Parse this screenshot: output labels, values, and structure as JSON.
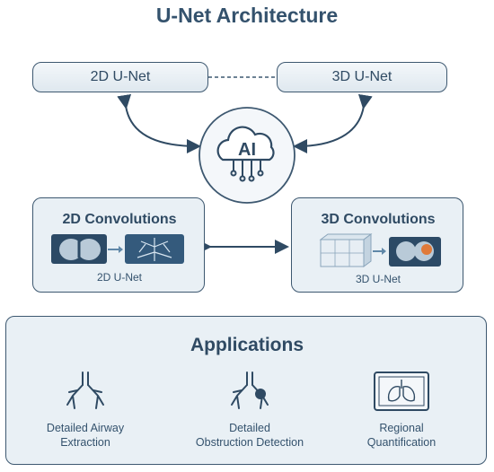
{
  "title": "U-Net Architecture",
  "top_left_pill": "2D U-Net",
  "top_right_pill": "3D U-Net",
  "center_icon_text": "AI",
  "left_panel": {
    "title": "2D Convolutions",
    "caption": "2D U-Net"
  },
  "right_panel": {
    "title": "3D Convolutions",
    "caption": "3D U-Net"
  },
  "applications": {
    "title": "Applications",
    "items": [
      {
        "line1": "Detailed Airway",
        "line2": "Extraction"
      },
      {
        "line1": "Detailed",
        "line2": "Obstruction Detection"
      },
      {
        "line1": "Regional",
        "line2": "Quantification"
      }
    ]
  },
  "colors": {
    "primary": "#34526d",
    "panel_bg": "#e9f0f5",
    "accent": "#e07a3a"
  }
}
